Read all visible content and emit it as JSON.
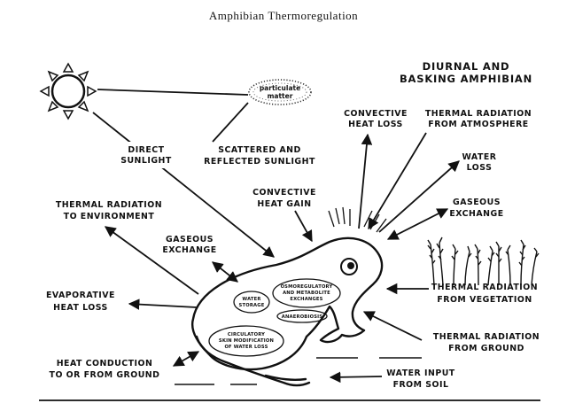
{
  "title": "Amphibian Thermoregulation",
  "heading": {
    "line1": "DIURNAL AND",
    "line2": "BASKING AMPHIBIAN"
  },
  "particulate": {
    "line1": "particulate",
    "line2": "matter"
  },
  "labels": {
    "direct_sunlight": [
      "DIRECT",
      "SUNLIGHT"
    ],
    "scattered": [
      "SCATTERED  AND",
      "REFLECTED  SUNLIGHT"
    ],
    "convective_heat_loss": [
      "CONVECTIVE",
      "HEAT LOSS"
    ],
    "thermal_atmosphere": [
      "THERMAL RADIATION",
      "FROM ATMOSPHERE"
    ],
    "water_loss": [
      "WATER",
      "LOSS"
    ],
    "gaseous_right": [
      "GASEOUS",
      "EXCHANGE"
    ],
    "convective_heat_gain": [
      "CONVECTIVE",
      "HEAT GAIN"
    ],
    "thermal_environment": [
      "THERMAL RADIATION",
      "TO ENVIRONMENT"
    ],
    "gaseous_left": [
      "GASEOUS",
      "EXCHANGE"
    ],
    "evaporative": [
      "EVAPORATIVE",
      "HEAT  LOSS"
    ],
    "thermal_vegetation": [
      "THERMAL RADIATION",
      "FROM VEGETATION"
    ],
    "thermal_ground": [
      "THERMAL RADIATION",
      "FROM GROUND"
    ],
    "heat_conduction": [
      "HEAT CONDUCTION",
      "TO OR FROM GROUND"
    ],
    "water_input": [
      "WATER INPUT",
      "FROM SOIL"
    ]
  },
  "organs": {
    "water_storage": [
      "WATER",
      "STORAGE"
    ],
    "osmoregulatory": [
      "OSMOREGULATORY",
      "AND  METABOLITE",
      "EXCHANGES"
    ],
    "anaerobiosis": "ANAEROBIOSIS",
    "circulatory": [
      "CIRCULATORY",
      "SKIN MODIFICATION",
      "OF WATER LOSS"
    ]
  }
}
